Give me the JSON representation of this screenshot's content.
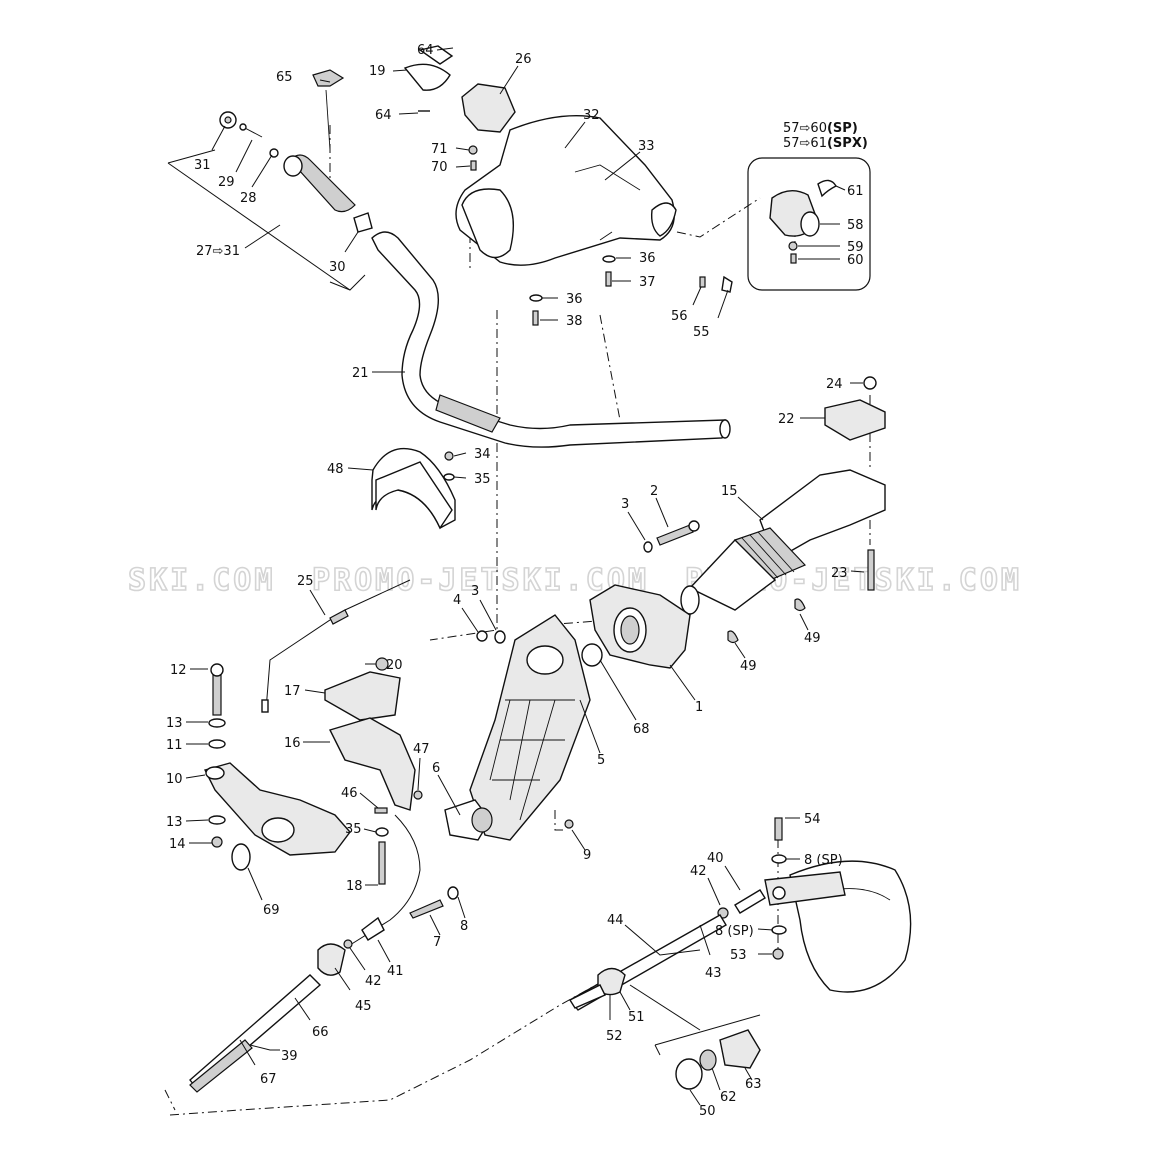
{
  "watermark": {
    "left": "SKI.COM",
    "middle": "PROMO-JETSKI.COM",
    "right": "PROMO-JETSKI.COM"
  },
  "callouts": {
    "c64a": "64",
    "c19": "19",
    "c26": "26",
    "c65": "65",
    "c64b": "64",
    "c32": "32",
    "c33": "33",
    "c31": "31",
    "c29": "29",
    "c28": "28",
    "c71": "71",
    "c70": "70",
    "c27_31": "27⇨31",
    "c30": "30",
    "c36a": "36",
    "c37": "37",
    "c36b": "36",
    "c38": "38",
    "c56": "56",
    "c55": "55",
    "c61": "61",
    "c58": "58",
    "c59": "59",
    "c60": "60",
    "c21": "21",
    "c24": "24",
    "c22": "22",
    "c48": "48",
    "c34": "34",
    "c35a": "35",
    "c3a": "3",
    "c2": "2",
    "c15": "15",
    "c25": "25",
    "c23": "23",
    "c4": "4",
    "c3b": "3",
    "c49a": "49",
    "c49b": "49",
    "c12": "12",
    "c20": "20",
    "c17": "17",
    "c13a": "13",
    "c11": "11",
    "c16": "16",
    "c47": "47",
    "c68": "68",
    "c1": "1",
    "c10": "10",
    "c5": "5",
    "c6": "6",
    "c46": "46",
    "c13b": "13",
    "c35b": "35",
    "c14": "14",
    "c9": "9",
    "c54": "54",
    "c8sp_a": "8 (SP)",
    "c18": "18",
    "c69": "69",
    "c40": "40",
    "c42a": "42",
    "c8": "8",
    "c7": "7",
    "c44": "44",
    "c8sp_b": "8 (SP)",
    "c53": "53",
    "c41": "41",
    "c42b": "42",
    "c43": "43",
    "c45": "45",
    "c66": "66",
    "c52": "52",
    "c51": "51",
    "c39": "39",
    "c67": "67",
    "c63": "63",
    "c62": "62",
    "c50": "50"
  },
  "variant_note": {
    "line1_prefix": "57⇨60",
    "line1_suffix": "(SP)",
    "line2_prefix": "57⇨61",
    "line2_suffix": "(SPX)"
  },
  "colors": {
    "ink": "#111111",
    "watermark": "#d4d4d4",
    "part_shade": "#e9e9e9"
  }
}
